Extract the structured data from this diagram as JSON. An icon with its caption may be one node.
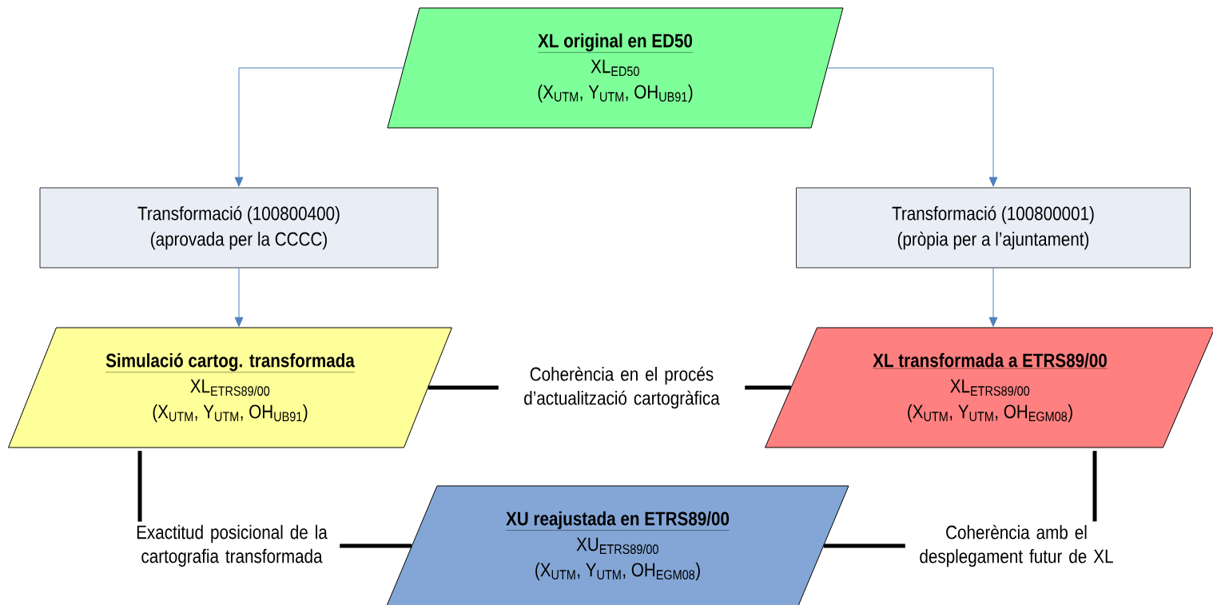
{
  "diagram": {
    "nodes": [
      {
        "text": [
          "XL original en ED50",
          "XL$_{ED50}$",
          "(X$_{UTM}$, Y$_{UTM}$, OH$_{UB91}$)"
        ]
      },
      {
        "text": [
          "Transformació (100800400)",
          "(aprovada per la CCCC)"
        ]
      },
      {
        "text": [
          "Transformació (100800001)",
          "(pròpia per a l’ajuntament)"
        ]
      },
      {
        "text": [
          "Simulació cartog. transformada",
          "XL$_{ETRS89/00}$",
          "(X$_{UTM}$, Y$_{UTM}$, OH$_{UB91}$)"
        ]
      },
      {
        "text": [
          "XL transformada a ETRS89/00",
          "XL$_{ETRS89/00}$",
          "(X$_{UTM}$, Y$_{UTM}$, OH$_{EGM08}$)"
        ]
      },
      {
        "text": [
          "XU reajustada en ETRS89/00",
          "XU$_{ETRS89/00}$",
          "(X$_{UTM}$, Y$_{UTM}$, OH$_{EGM08}$)"
        ]
      },
      {
        "text": [
          "Coherència en el procés d’actualització cartogràfica"
        ]
      },
      {
        "text": [
          "Exactitud posicional de la cartografia transformada"
        ]
      },
      {
        "text": [
          "Coherència amb el desplegament futur de XL"
        ]
      }
    ],
    "edges": [
      {
        "from": 0,
        "to": 1,
        "arrow": "to",
        "color": "#4f81bd"
      },
      {
        "from": 0,
        "to": 2,
        "arrow": "to",
        "color": "#4f81bd"
      },
      {
        "from": 1,
        "to": 3,
        "arrow": "to",
        "color": "#4f81bd"
      },
      {
        "from": 2,
        "to": 4,
        "arrow": "to",
        "color": "#4f81bd"
      },
      {
        "from": 3,
        "to": 6,
        "arrow": "none"
      },
      {
        "from": 6,
        "to": 4,
        "arrow": "none"
      },
      {
        "from": 3,
        "to": 7,
        "arrow": "none"
      },
      {
        "from": 7,
        "to": 5,
        "arrow": "none"
      },
      {
        "from": 4,
        "to": 8,
        "arrow": "none"
      },
      {
        "from": 8,
        "to": 5,
        "arrow": "none"
      }
    ]
  }
}
